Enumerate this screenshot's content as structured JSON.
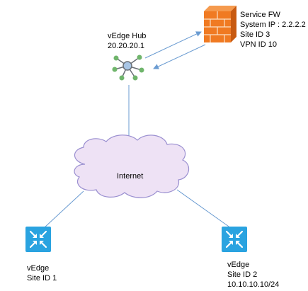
{
  "colors": {
    "link": "#6a9bd1",
    "cloud_fill": "#eee2f5",
    "cloud_stroke": "#9a8fd0",
    "firewall_brick": "#f07a22",
    "firewall_brick_dark": "#c85a10",
    "router_fill": "#2aa3e0",
    "hub_node": "#6fb56b",
    "hub_center": "#a9c6e6"
  },
  "nodes": {
    "hub": {
      "name": "vEdge Hub",
      "ip": "20.20.20.1",
      "icon": "hub-star-icon"
    },
    "firewall": {
      "name": "Service FW",
      "system_ip": "System IP : 2.2.2.2",
      "site": "Site ID 3",
      "vpn": "VPN ID 10",
      "icon": "firewall-icon"
    },
    "cloud": {
      "label": "Internet",
      "icon": "cloud-icon"
    },
    "site1": {
      "name": "vEdge",
      "site": "Site ID 1",
      "icon": "router-icon"
    },
    "site2": {
      "name": "vEdge",
      "site": "Site ID 2",
      "subnet": "10.10.10.10/24",
      "icon": "router-icon"
    }
  }
}
